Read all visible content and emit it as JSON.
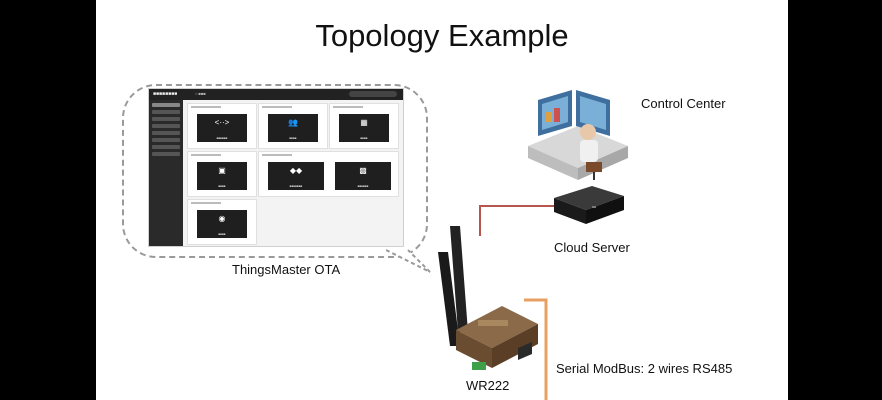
{
  "slide": {
    "title": "Topology Example"
  },
  "labels": {
    "control_center": "Control Center",
    "cloud_server": "Cloud Server",
    "thingsmaster_ota": "ThingsMaster OTA",
    "device": "WR222",
    "serial_link": "Serial ModBus: 2 wires RS485"
  },
  "colors": {
    "frame_background": "#000000",
    "slide_background": "#ffffff",
    "cloud_link": "#b5574f",
    "serial_link": "#e8a060",
    "router_body": "#7a5a3c",
    "tile": "#1f1f1f"
  },
  "icons": {
    "control_center": "operator-workstation-icon",
    "cloud_server": "server-box-icon",
    "device": "wr222-router-icon"
  }
}
